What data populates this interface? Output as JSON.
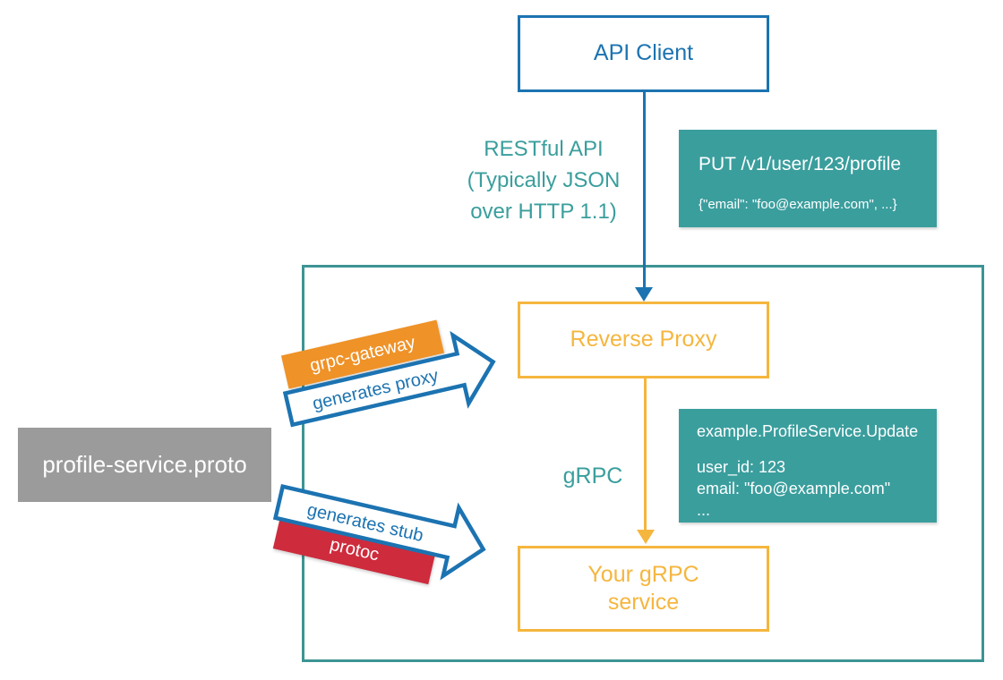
{
  "colors": {
    "blue": "#1c73b1",
    "teal_fill": "#3a9e9d",
    "teal_border": "#3d9494",
    "yellow": "#f5b63e",
    "orange": "#ef9227",
    "red": "#ce2b3d",
    "gray": "#9b9b9b",
    "white_text": "#ffffff"
  },
  "nodes": {
    "api_client": {
      "label": "API Client"
    },
    "reverse_proxy": {
      "label": "Reverse Proxy"
    },
    "grpc_service": {
      "line1": "Your gRPC",
      "line2": "service"
    },
    "proto_file": {
      "label": "profile-service.proto"
    }
  },
  "edges": {
    "rest": {
      "line1": "RESTful API",
      "line2": "(Typically JSON",
      "line3": "over HTTP 1.1)"
    },
    "grpc": {
      "label": "gRPC"
    }
  },
  "annotations": {
    "http_request": {
      "title": "PUT /v1/user/123/profile",
      "body": "{\"email\": \"foo@example.com\", ...}"
    },
    "grpc_request": {
      "title": "example.ProfileService.Update",
      "line1": "user_id: 123",
      "line2": "email: \"foo@example.com\"",
      "line3": "..."
    }
  },
  "generators": {
    "gateway": {
      "banner": "grpc-gateway",
      "label": "generates proxy"
    },
    "protoc": {
      "banner": "protoc",
      "label": "generates stub"
    }
  }
}
